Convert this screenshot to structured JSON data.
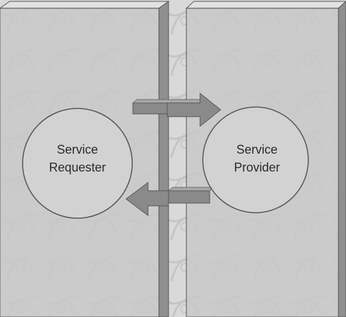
{
  "diagram": {
    "nodes": [
      {
        "id": "requester",
        "lines": [
          "Service",
          "Requester"
        ]
      },
      {
        "id": "provider",
        "lines": [
          "Service",
          "Provider"
        ]
      }
    ],
    "edges": [
      {
        "from": "requester",
        "to": "provider",
        "direction": "right"
      },
      {
        "from": "provider",
        "to": "requester",
        "direction": "left"
      }
    ],
    "colors": {
      "panel": "#c9c9c9",
      "panel_side": "#8f8f8f",
      "circle_fill": "#d3d3d3",
      "arrow": "#8a8a8a",
      "outline": "#555555"
    },
    "watermark": "faint ornamental Thai emblem pattern"
  }
}
